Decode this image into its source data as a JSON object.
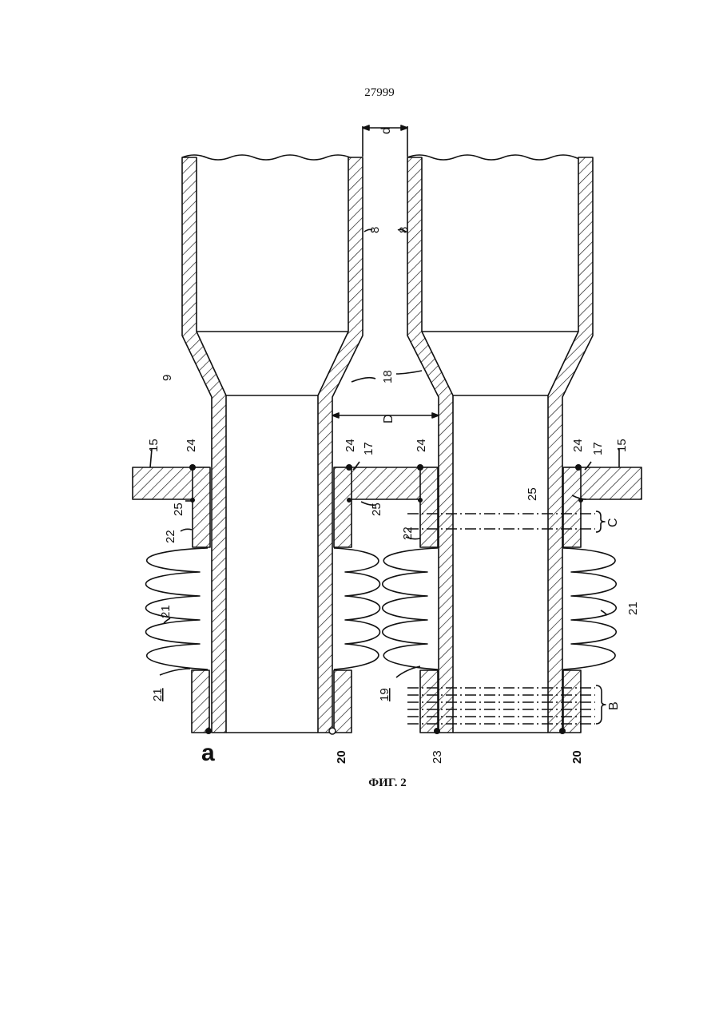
{
  "page_number": "27999",
  "caption": "ФИГ. 2",
  "labels": {
    "d": "d",
    "D": "D",
    "l8": "8",
    "l8b": "8",
    "l9": "9",
    "l18": "18",
    "l15a": "15",
    "l15b": "15",
    "l24a": "24",
    "l24b": "24",
    "l24c": "24",
    "l24d": "24",
    "l17a": "17",
    "l17b": "17",
    "l25a": "25",
    "l25b": "25",
    "l25c": "25",
    "l22a": "22",
    "l22b": "22",
    "l21a": "21",
    "l21b": "21",
    "l21c": "21",
    "l19": "19",
    "C": "C",
    "B": "B",
    "a": "a",
    "l20a": "20",
    "l20b": "20",
    "l23": "23"
  }
}
